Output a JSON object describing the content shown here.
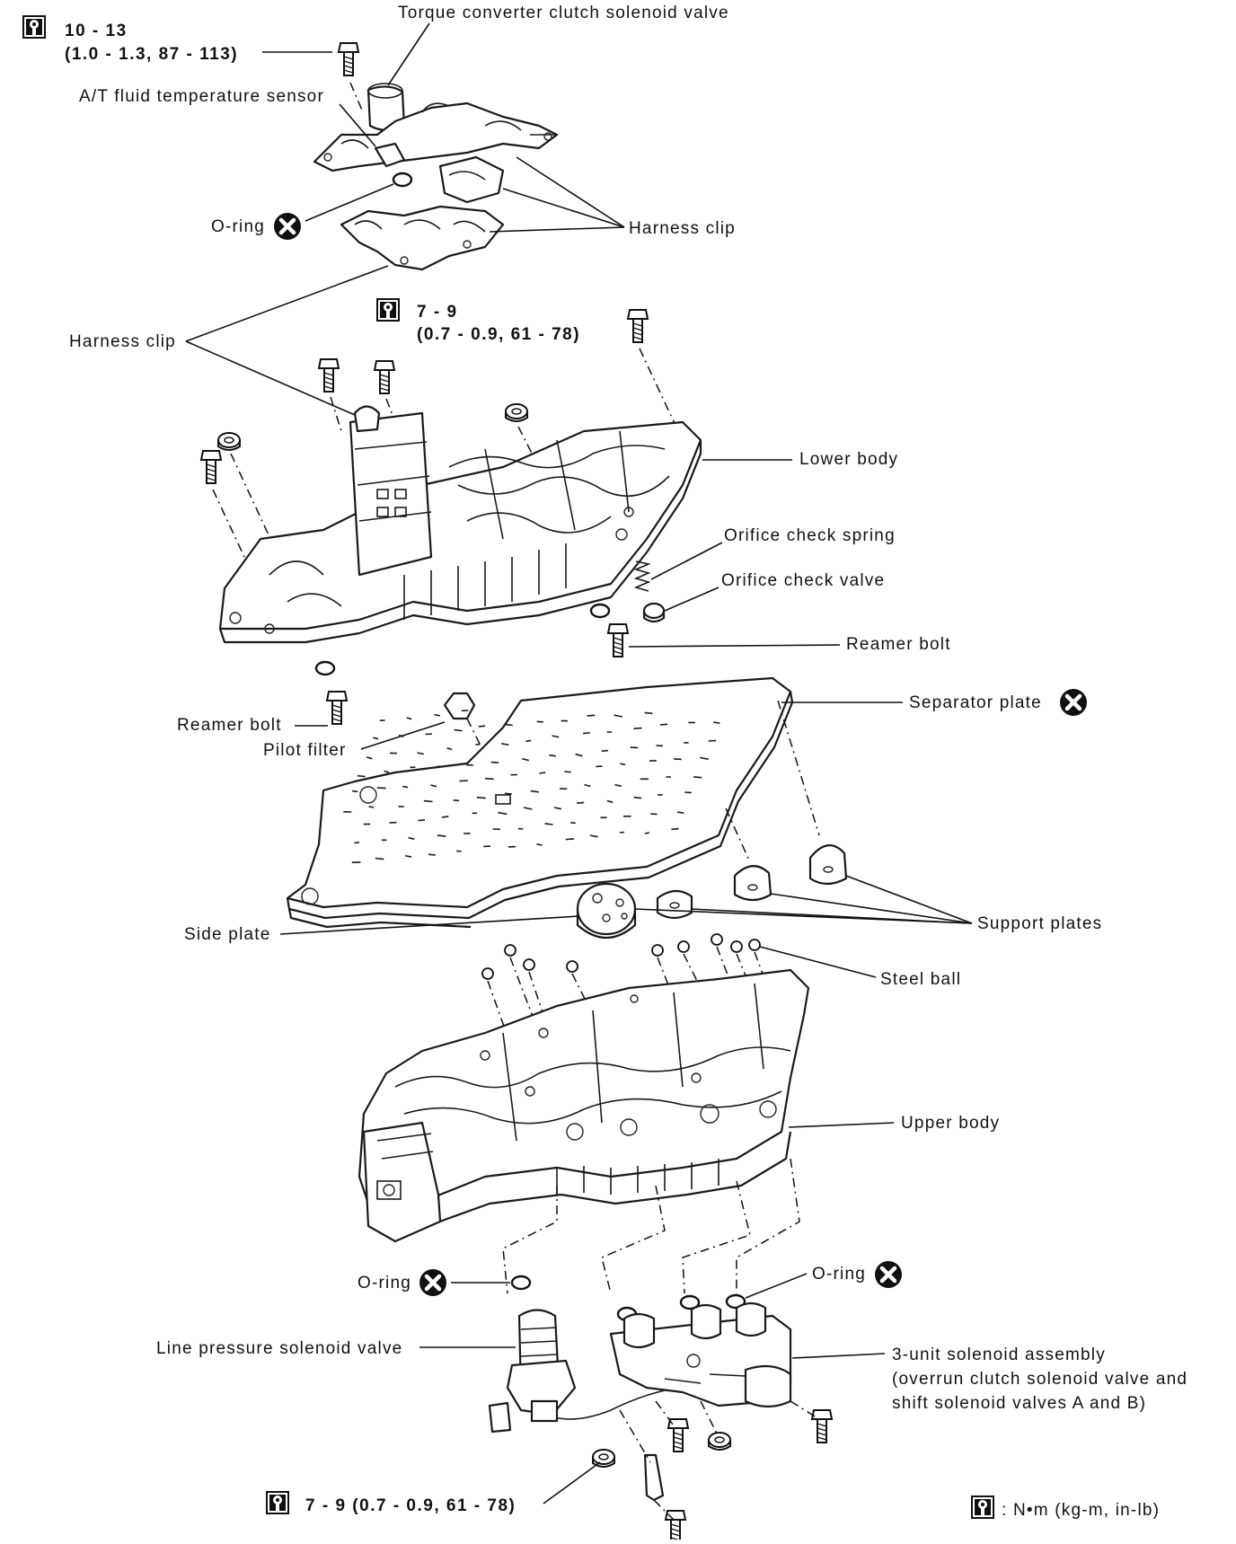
{
  "labels": {
    "torque_converter_clutch_solenoid_valve": "Torque converter clutch solenoid valve",
    "at_fluid_temperature_sensor": "A/T fluid temperature sensor",
    "o_ring_top": "O-ring",
    "harness_clip_right": "Harness clip",
    "harness_clip_left": "Harness clip",
    "lower_body": "Lower body",
    "orifice_check_spring": "Orifice check spring",
    "orifice_check_valve": "Orifice check valve",
    "reamer_bolt_right": "Reamer bolt",
    "separator_plate": "Separator plate",
    "reamer_bolt_left": "Reamer bolt",
    "pilot_filter": "Pilot filter",
    "support_plates": "Support plates",
    "side_plate": "Side plate",
    "steel_ball": "Steel ball",
    "upper_body": "Upper body",
    "o_ring_left": "O-ring",
    "o_ring_right": "O-ring",
    "line_pressure_solenoid_valve": "Line pressure solenoid valve",
    "three_unit_solenoid_line1": "3-unit solenoid assembly",
    "three_unit_solenoid_line2": "(overrun clutch solenoid valve and",
    "three_unit_solenoid_line3": "shift solenoid valves A and B)"
  },
  "torques": {
    "top_line1": "10 - 13",
    "top_line2": "(1.0 - 1.3, 87 - 113)",
    "mid_line1": "7 - 9",
    "mid_line2": "(0.7 - 0.9, 61 - 78)",
    "bottom": "7 - 9 (0.7 - 0.9, 61 - 78)"
  },
  "legend": {
    "units": ": N•m (kg-m, in-lb)"
  },
  "icons": [
    "torque-wrench-icon",
    "do-not-reuse-icon"
  ]
}
